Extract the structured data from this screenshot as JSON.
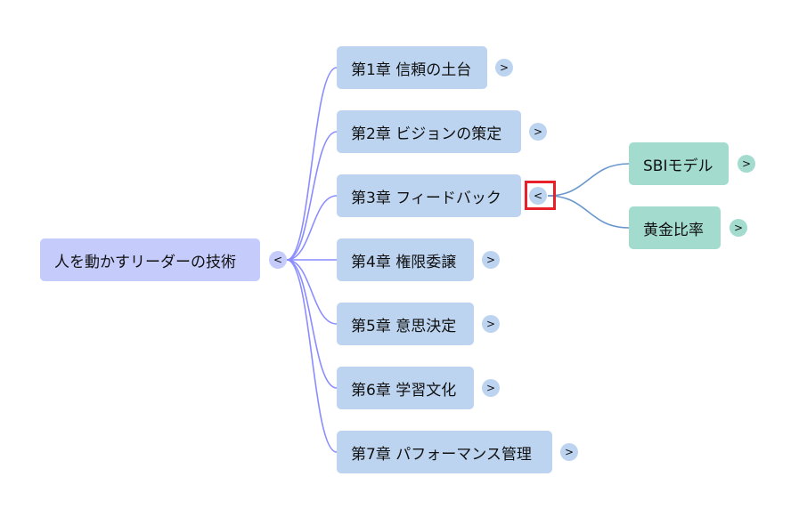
{
  "root": {
    "label": "人を動かすリーダーの技術",
    "toggle": "<",
    "color": "#c5cbfb"
  },
  "chapters": [
    {
      "label": "第1章 信頼の土台",
      "toggle": ">"
    },
    {
      "label": "第2章 ビジョンの策定",
      "toggle": ">"
    },
    {
      "label": "第3章 フィードバック",
      "toggle": "<"
    },
    {
      "label": "第4章 権限委譲",
      "toggle": ">"
    },
    {
      "label": "第5章 意思決定",
      "toggle": ">"
    },
    {
      "label": "第6章 学習文化",
      "toggle": ">"
    },
    {
      "label": "第7章 パフォーマンス管理",
      "toggle": ">"
    }
  ],
  "chapter3_children": [
    {
      "label": "SBIモデル",
      "toggle": ">"
    },
    {
      "label": "黄金比率",
      "toggle": ">"
    }
  ],
  "colors": {
    "chapter": "#bcd4f0",
    "leaf": "#a3dccf",
    "root_edge": "#8a8cff",
    "child_edge": "#6a97cc",
    "highlight": "#e8202a"
  }
}
